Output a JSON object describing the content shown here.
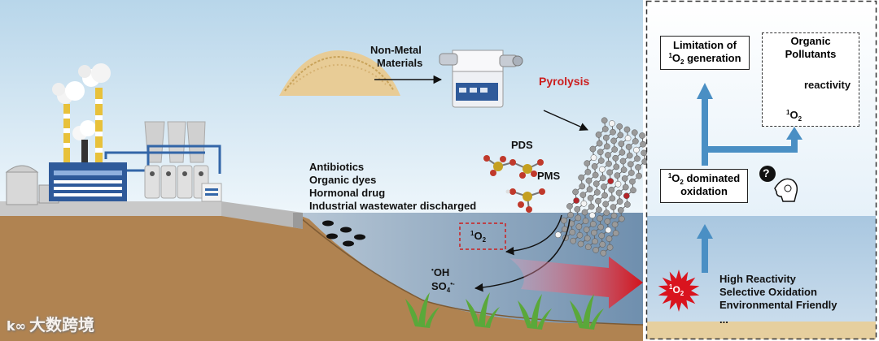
{
  "labels": {
    "non_metal_line1": "Non-Metal",
    "non_metal_line2": "Materials",
    "pyrolysis": "Pyrolysis",
    "pds": "PDS",
    "pms": "PMS",
    "pollutants": [
      "Antibiotics",
      "Organic dyes",
      "Hormonal drug",
      "Industrial wastewater discharged"
    ],
    "singlet_sup": "1",
    "singlet_base": "O",
    "singlet_sub": "2",
    "oh_dot": "•",
    "oh": "OH",
    "so4_base": "SO",
    "so4_sub": "4",
    "so4_sup": "•-"
  },
  "panel": {
    "limitation_line1": "Limitation of",
    "limitation_line2_rest": " generation",
    "organic_line1": "Organic",
    "organic_line2": "Pollutants",
    "reactivity": "reactivity",
    "dominated_line1_rest": " dominated",
    "dominated_line2": "oxidation",
    "question_mark": "?",
    "properties": [
      "High Reactivity",
      "Selective Oxidation",
      "Environmental Friendly",
      "..."
    ]
  },
  "watermark": {
    "logo": "k∞",
    "text": "大数跨境"
  },
  "colors": {
    "pyrolysis": "#cc1f1f",
    "arrow_blue": "#4a8fc4",
    "sky": "#cfe6f3",
    "soil": "#b08351",
    "water": "#9fb4c8",
    "red_star": "#d9141e"
  }
}
